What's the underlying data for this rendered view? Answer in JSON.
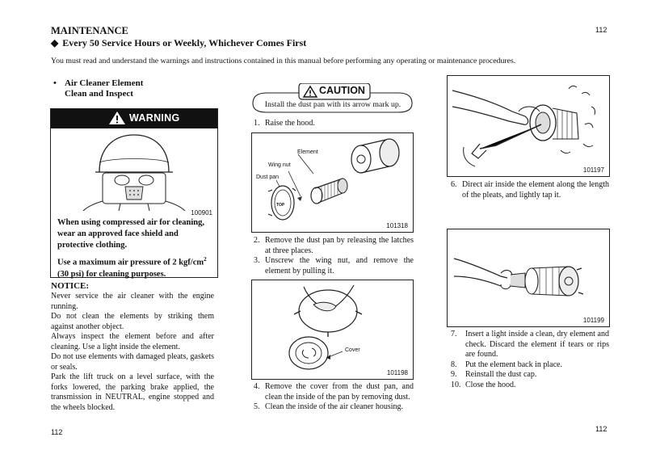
{
  "header": {
    "section": "MAINTENANCE",
    "interval_bullet": "◆",
    "interval": "Every 50 Service Hours or Weekly, Whichever Comes First",
    "page_top": "112",
    "intro": "You must read and understand the warnings and instructions contained in this manual before performing any operating or maintenance procedures."
  },
  "item": {
    "bullet": "•",
    "title": "Air Cleaner Element",
    "subtitle": "Clean and Inspect"
  },
  "warning": {
    "label": "WARNING",
    "figure_id": "100901",
    "text_1": "When using compressed air for cleaning, wear an approved face shield and protective clothing.",
    "text_2_pre": "Use a maximum air pressure of 2 kgf/cm",
    "text_2_sup": "2",
    "text_2_post": " (30 psi) for cleaning purposes."
  },
  "notice": {
    "heading": "NOTICE:",
    "lines": [
      "Never service the air cleaner with the engine running.",
      "Do not clean the elements by striking them against another object.",
      "Always inspect the element before and after cleaning. Use a light inside the element.",
      "Do not use elements with damaged pleats, gaskets or seals.",
      "Park the lift truck on a level surface, with the forks lowered, the parking brake applied, the transmission in NEUTRAL, engine stopped and the wheels blocked."
    ]
  },
  "caution": {
    "label": "CAUTION",
    "text": "Install the dust pan with its arrow mark up."
  },
  "steps_a": [
    {
      "n": "1.",
      "text": "Raise the hood."
    }
  ],
  "figure_1": {
    "labels": {
      "element": "Element",
      "wing_nut": "Wing nut",
      "dust_pan": "Dust pan",
      "top": "TOP"
    },
    "id": "101318"
  },
  "steps_b": [
    {
      "n": "2.",
      "text": "Remove the dust pan by releasing the latches at three places."
    },
    {
      "n": "3.",
      "text": "Unscrew the wing nut, and remove the element by pulling it."
    }
  ],
  "figure_2": {
    "labels": {
      "cover": "Cover"
    },
    "id": "101198"
  },
  "steps_c": [
    {
      "n": "4.",
      "text": "Remove the cover from the dust pan, and clean the inside of the pan by removing dust."
    },
    {
      "n": "5.",
      "text": "Clean the inside of the air cleaner housing."
    }
  ],
  "figure_3": {
    "id": "101197"
  },
  "steps_d": [
    {
      "n": "6.",
      "text": "Direct air inside the element along the length of the pleats, and lightly tap it."
    }
  ],
  "figure_4": {
    "id": "101199"
  },
  "steps_e": [
    {
      "n": "7.",
      "text": "Insert a light inside a clean, dry element and check. Discard the element if tears or rips are found."
    },
    {
      "n": "8.",
      "text": "Put the element back in place."
    },
    {
      "n": "9.",
      "text": "Reinstall the dust cap."
    },
    {
      "n": "10.",
      "text": "Close the hood."
    }
  ],
  "footer": {
    "page_left": "112",
    "page_right": "112"
  }
}
